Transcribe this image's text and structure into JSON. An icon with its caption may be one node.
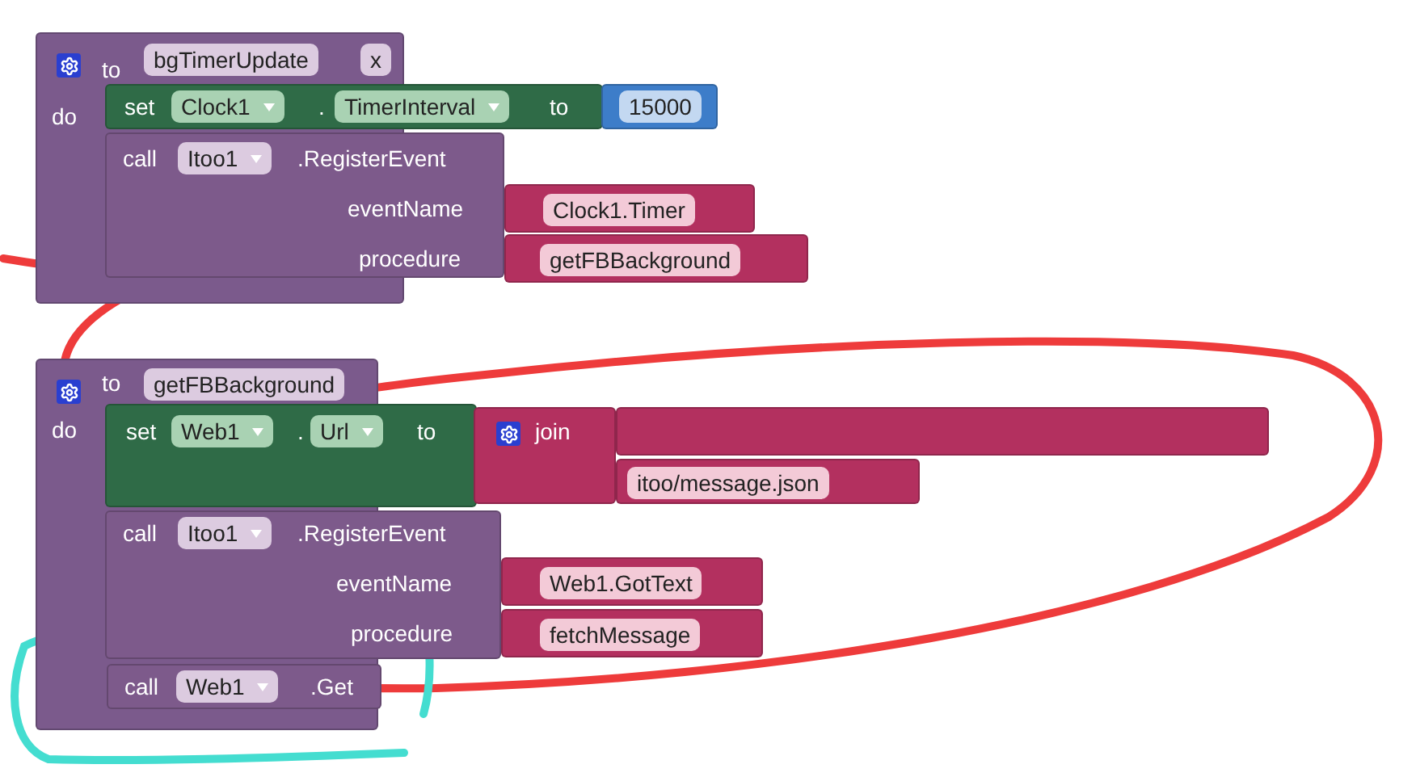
{
  "diagram": {
    "nodes": [
      {
        "text": [
          "to",
          "bgTimerUpdate",
          "x",
          "do"
        ]
      },
      {
        "text": [
          "set",
          "Clock1",
          ".",
          "TimerInterval",
          "to"
        ]
      },
      {
        "text": [
          "15000"
        ]
      },
      {
        "text": [
          "call",
          "Itoo1",
          ".RegisterEvent",
          "eventName",
          "procedure"
        ]
      },
      {
        "text": [
          "Clock1.Timer"
        ]
      },
      {
        "text": [
          "getFBBackground"
        ]
      },
      {
        "text": [
          "to",
          "getFBBackground",
          "do"
        ]
      },
      {
        "text": [
          "set",
          "Web1",
          ".",
          "Url",
          "to"
        ]
      },
      {
        "text": [
          "join"
        ]
      },
      {
        "text": [],
        "shape": "box"
      },
      {
        "text": [
          "itoo/message.json"
        ]
      },
      {
        "text": [
          "call",
          "Itoo1",
          ".RegisterEvent",
          "eventName",
          "procedure"
        ]
      },
      {
        "text": [
          "Web1.GotText"
        ]
      },
      {
        "text": [
          "fetchMessage"
        ]
      },
      {
        "text": [
          "call",
          "Web1",
          ".Get"
        ],
        "in": 6
      }
    ]
  }
}
